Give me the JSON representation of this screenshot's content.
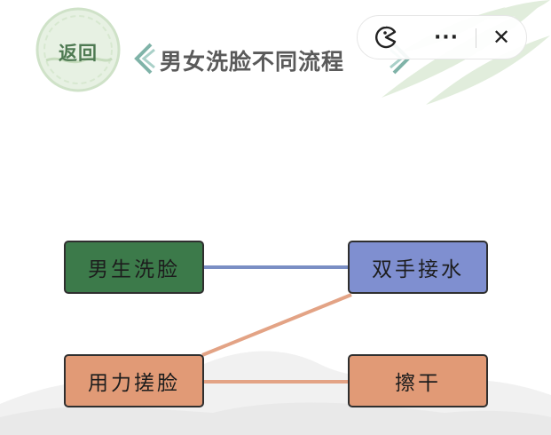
{
  "header": {
    "back_label": "返回",
    "title": "男女洗脸不同流程"
  },
  "capsule": {
    "share_icon": "pacman-share-icon",
    "more_label": "···",
    "close_label": "✕"
  },
  "cards": {
    "male_wash": {
      "label": "男生洗脸",
      "color": "#3c7a4a"
    },
    "both_hands_water": {
      "label": "双手接水",
      "color": "#7f8fd0"
    },
    "scrub_hard": {
      "label": "用力搓脸",
      "color": "#e19a76"
    },
    "wipe_dry": {
      "label": "擦干",
      "color": "#e19a76"
    }
  },
  "colors": {
    "line_blue": "#7a8ec4",
    "line_orange": "#e3a385",
    "accent_green": "#4e7a52"
  }
}
